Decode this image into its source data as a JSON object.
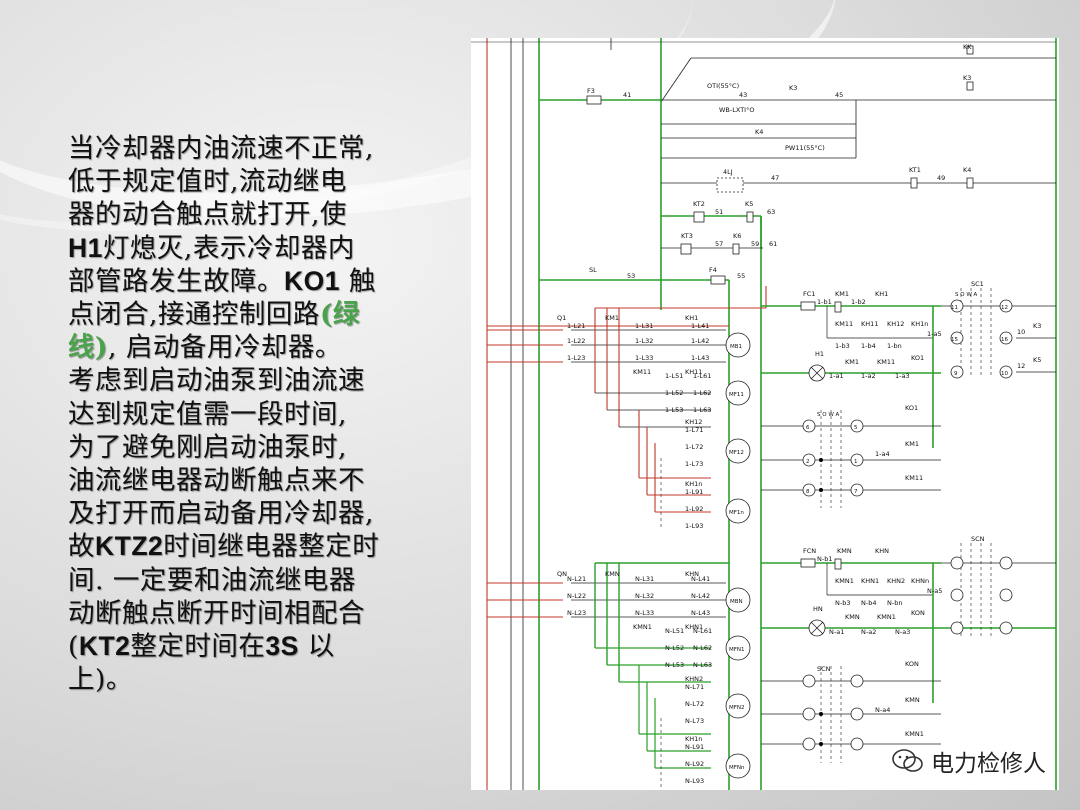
{
  "description_text": {
    "l1": "当冷却器内油流速不正常,",
    "l2": "低于规定值时,流动继电",
    "l3": "器的动合触点就打开,使",
    "l4a": "H1",
    "l4b": "灯熄灭,表示冷却器内",
    "l5a": "部管路发生故障。",
    "l5b": "KO1",
    "l5c": " 触",
    "l6a": "点闭合,接通控制回路",
    "l6b": "(绿",
    "l7a": "线)",
    "l7b": ", 启动备用冷却器。",
    "l8": "考虑到启动油泵到油流速",
    "l9": "达到规定值需一段时间,",
    "l10": "为了避免刚启动油泵时,",
    "l11": "油流继电器动断触点来不",
    "l12": "及打开而启动备用冷却器,",
    "l13a": "故",
    "l13b": "KTZ2",
    "l13c": "时间继电器整定时",
    "l14": "间.  一定要和油流继电器",
    "l15": "动断触点断开时间相配合",
    "l16a": "(",
    "l16b": "KT2",
    "l16c": "整定时间在",
    "l16d": "3S",
    "l16e": " 以",
    "l17": "上)。"
  },
  "diagram": {
    "top": {
      "kk": "KK",
      "k3_top": "K3",
      "k4_top": "K4",
      "f3": "F3",
      "w41": "41",
      "ot": "OTI(55°C)",
      "w43": "43",
      "k3": "K3",
      "w45": "45",
      "wb": "WB-LXTI°O",
      "k4": "K4",
      "pw": "PW11(55°C)",
      "lj": "4LJ",
      "w47": "47",
      "kt1": "KT1",
      "w49": "49",
      "kt2": "KT2",
      "w51": "51",
      "k5": "K5",
      "w63": "63",
      "kt3": "KT3",
      "w57": "57",
      "k6": "K6",
      "w59": "59",
      "w61": "61",
      "sl": "SL",
      "w53": "53",
      "f4": "F4",
      "w55": "55"
    },
    "group1": {
      "q1": "Q1",
      "km1": "KM1",
      "kh1": "KH1",
      "l21": "1-L21",
      "l22": "1-L22",
      "l23": "1-L23",
      "l31": "1-L31",
      "l32": "1-L32",
      "l33": "1-L33",
      "l41": "1-L41",
      "l42": "1-L42",
      "l43": "1-L43",
      "mb1": "MB1",
      "km11": "KM11",
      "kh11": "KH11",
      "l51": "1-L51",
      "l52": "1-L52",
      "l53": "1-L53",
      "l61": "1-L61",
      "l62": "1-L62",
      "l63": "1-L63",
      "mf11": "MF11",
      "kh12": "KH12",
      "l71": "1-L71",
      "l72": "1-L72",
      "l73": "1-L73",
      "mf12": "MF12",
      "kh1n": "KH1n",
      "l91": "1-L91",
      "l92": "1-L92",
      "l93": "1-L93",
      "mf1n": "MF1n",
      "fc1": "FC1",
      "b1": "1-b1",
      "b2": "1-b2",
      "b3": "1-b3",
      "b4": "1-b4",
      "bn": "1-bn",
      "a5": "1-a5",
      "h1": "H1",
      "a1": "1-a1",
      "a2": "1-a2",
      "a3": "1-a3",
      "a4": "1-a4",
      "ko1": "KO1",
      "sc1": "SC1",
      "sowa": "S O W A",
      "n11": "11",
      "n12": "12",
      "n15": "15",
      "n16": "16",
      "n9": "9",
      "n10": "10",
      "n6": "6",
      "n5": "5",
      "n2": "2",
      "n1": "1",
      "n8": "8",
      "n7": "7",
      "k3r": "K3",
      "k5r": "K5",
      "w10": "10",
      "w12": "12"
    },
    "groupN": {
      "qn": "QN",
      "kmn": "KMN",
      "khn": "KHN",
      "l21": "N-L21",
      "l22": "N-L22",
      "l23": "N-L23",
      "l31": "N-L31",
      "l32": "N-L32",
      "l33": "N-L33",
      "l41": "N-L41",
      "l42": "N-L42",
      "l43": "N-L43",
      "mbn": "MBN",
      "kmn1": "KMN1",
      "khn1": "KHN1",
      "l51": "N-L51",
      "l52": "N-L52",
      "l53": "N-L53",
      "l61": "N-L61",
      "l62": "N-L62",
      "l63": "N-L63",
      "mfn1": "MFN1",
      "khn2": "KHN2",
      "l71": "N-L71",
      "l72": "N-L72",
      "l73": "N-L73",
      "mfn2": "MFN2",
      "kh1n": "KH1n",
      "l91": "N-L91",
      "l92": "N-L92",
      "l93": "N-L93",
      "mfnn": "MFNn",
      "fcn": "FCN",
      "b1": "N-b1",
      "b3": "N-b3",
      "b4": "N-b4",
      "bn": "N-bn",
      "a5": "N-a5",
      "hn": "HN",
      "a1": "N-a1",
      "a2": "N-a2",
      "a3": "N-a3",
      "a4": "N-a4",
      "kon": "KON",
      "scn": "SCN",
      "khnn": "KHNn"
    }
  },
  "watermark": "电力检修人",
  "colors": {
    "red": "#c0392b",
    "green": "#2aa02a",
    "text": "#111111",
    "highlight": "#4aa24a"
  }
}
